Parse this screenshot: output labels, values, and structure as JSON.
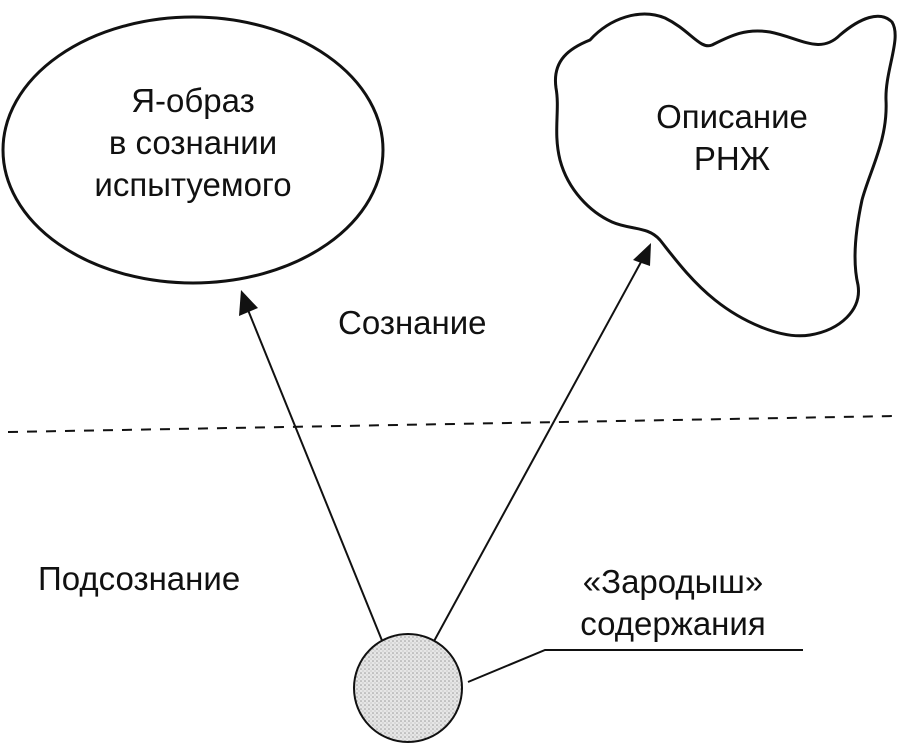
{
  "ellipse_node": {
    "lines": [
      "Я-образ",
      "в сознании",
      "испытуемого"
    ]
  },
  "cloud_node": {
    "lines": [
      "Описание",
      "РНЖ"
    ]
  },
  "zones": {
    "conscious": "Сознание",
    "subconscious": "Подсознание"
  },
  "seed_node": {
    "lines": [
      "«Зародыш»",
      "содержания"
    ]
  },
  "colors": {
    "ink": "#111111",
    "seed_fill": "#dcdcdc",
    "background": "#ffffff"
  }
}
